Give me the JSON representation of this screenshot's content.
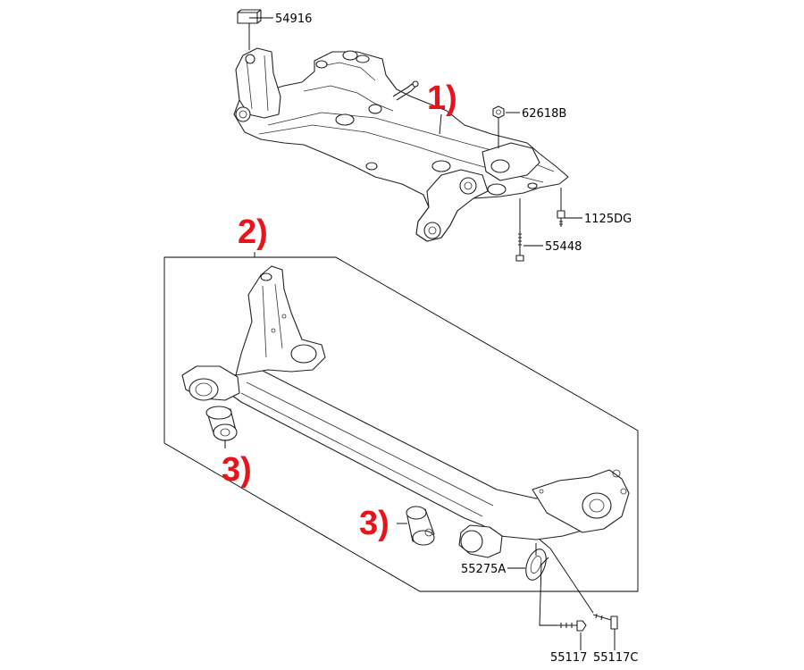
{
  "colors": {
    "callout": "#e8141c",
    "line": "#222222",
    "background": "#ffffff"
  },
  "callouts": [
    {
      "id": "front-subframe",
      "text": "1)"
    },
    {
      "id": "rear-axle-beam",
      "text": "2)"
    },
    {
      "id": "left-rear-bushing",
      "text": "3)"
    },
    {
      "id": "right-rear-bushing",
      "text": "3)"
    }
  ],
  "part_numbers": [
    {
      "id": "p54916",
      "text": "54916"
    },
    {
      "id": "p62618B",
      "text": "62618B"
    },
    {
      "id": "p1125DG",
      "text": "1125DG"
    },
    {
      "id": "p55448",
      "text": "55448"
    },
    {
      "id": "p55275A",
      "text": "55275A"
    },
    {
      "id": "p55117",
      "text": "55117"
    },
    {
      "id": "p55117C",
      "text": "55117C"
    }
  ]
}
